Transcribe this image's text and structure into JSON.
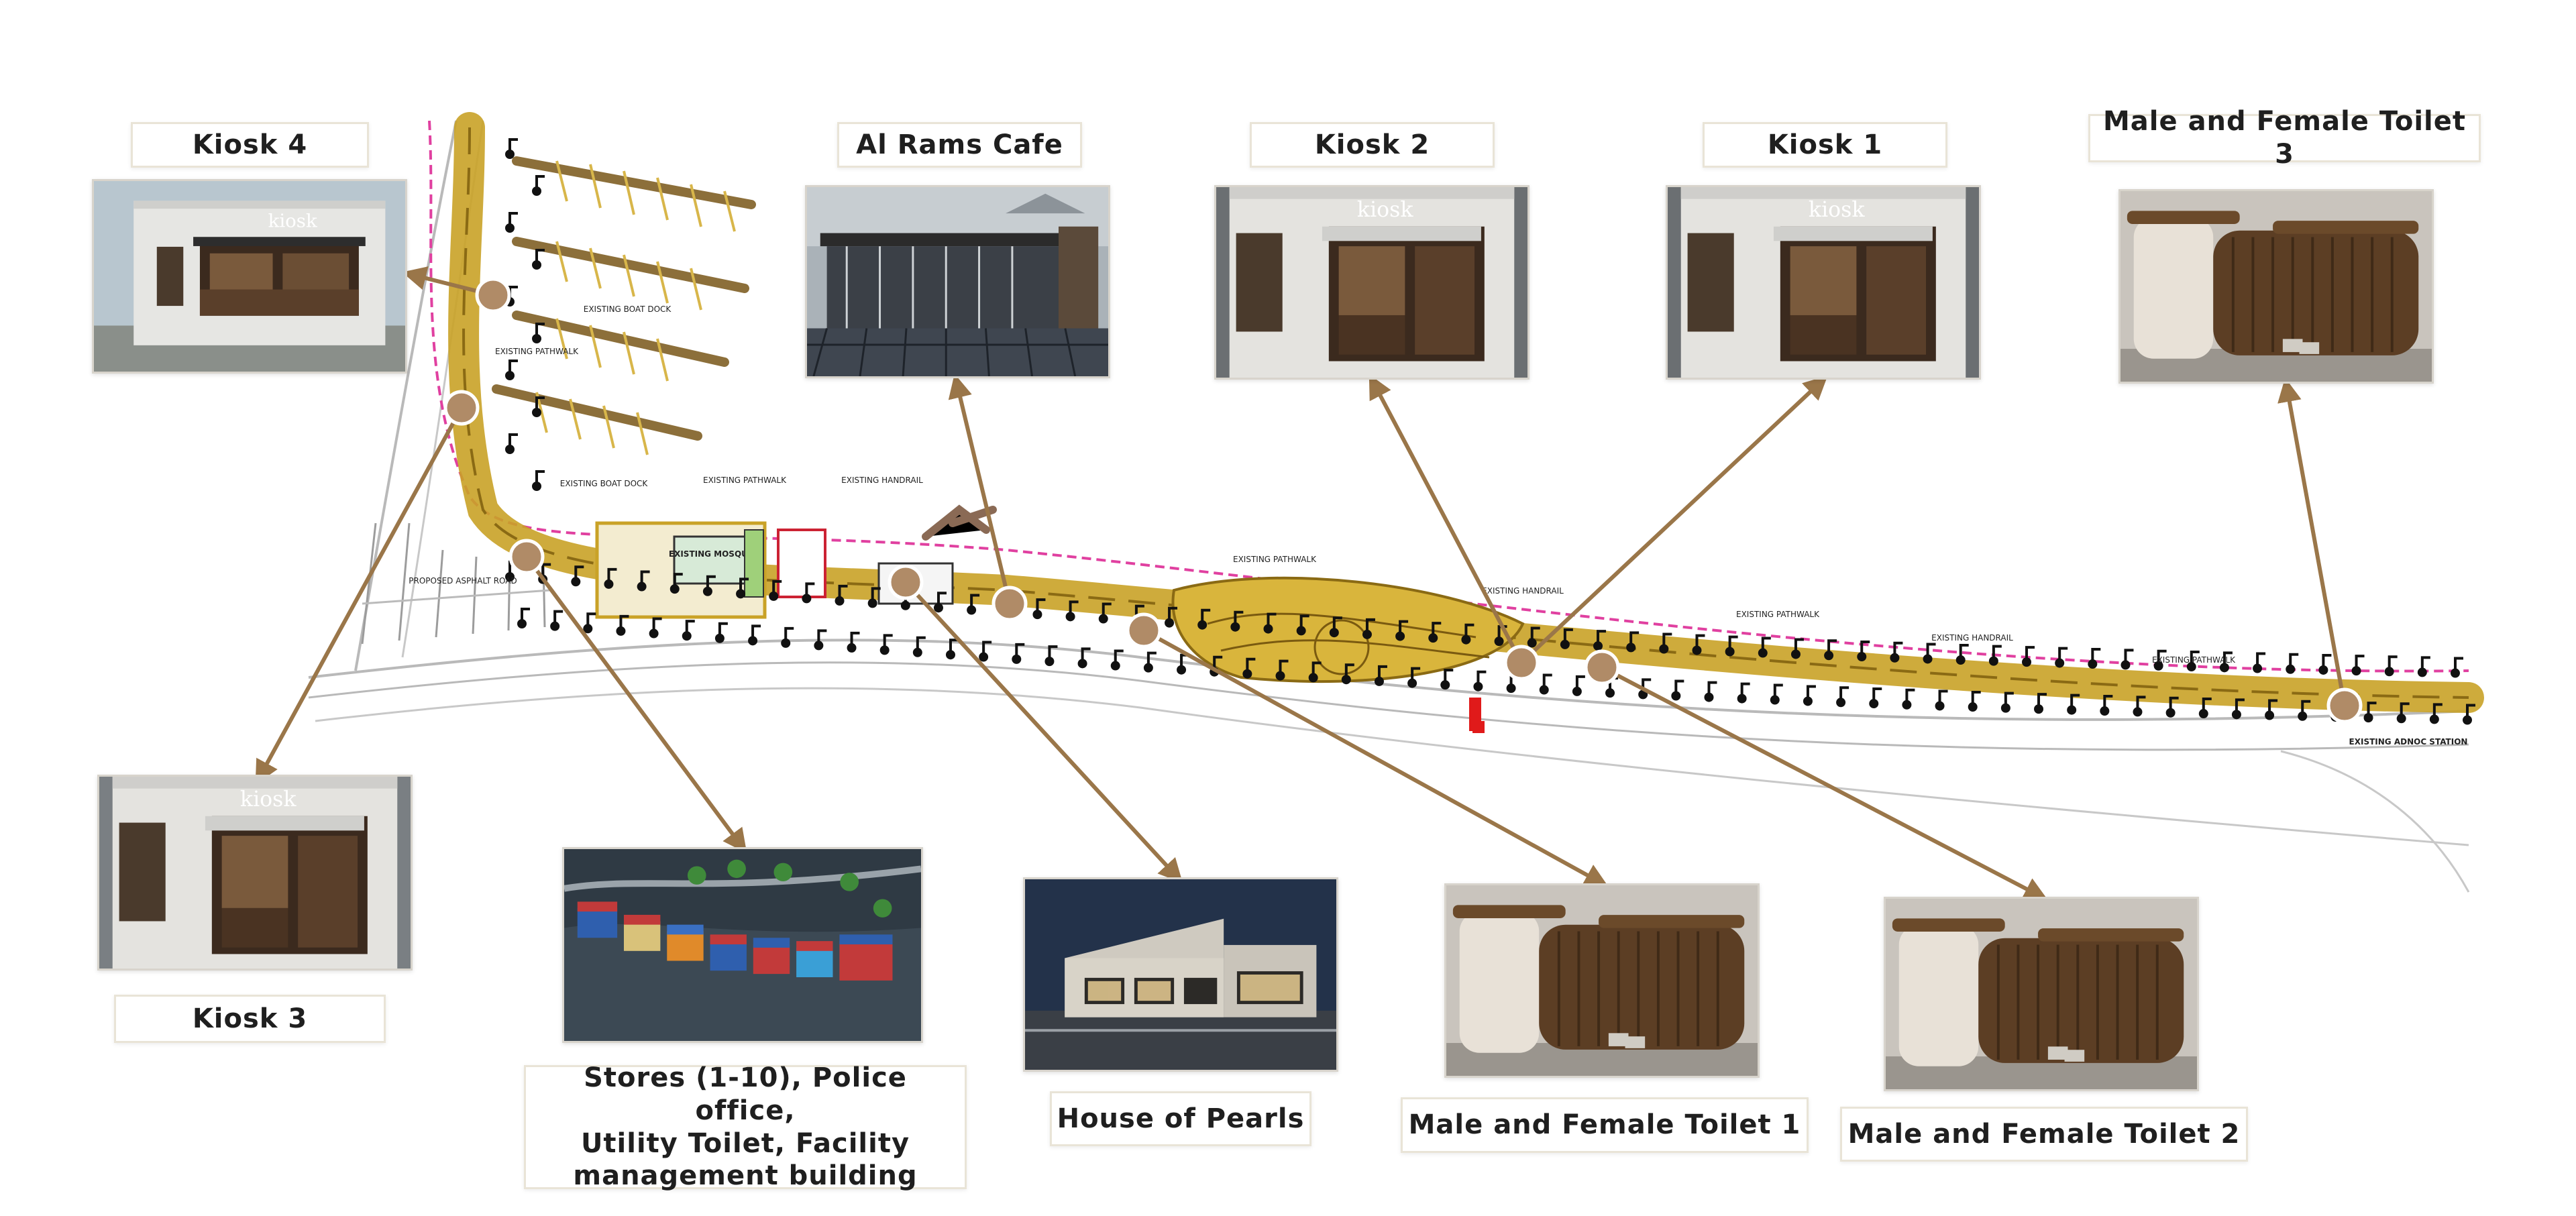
{
  "labels": {
    "kiosk4": "Kiosk 4",
    "al_rams_cafe": "Al Rams Cafe",
    "kiosk2": "Kiosk 2",
    "kiosk1": "Kiosk 1",
    "toilet3": "Male and Female Toilet 3",
    "kiosk3": "Kiosk 3",
    "stores": "Stores (1-10), Police office,\nUtility Toilet, Facility\nmanagement building",
    "house_of_pearls": "House of Pearls",
    "toilet1": "Male and Female Toilet 1",
    "toilet2": "Male and Female Toilet 2"
  },
  "signage": {
    "kiosk": "kiosk"
  },
  "plan_text": {
    "existing_boat_dock": "EXISTING BOAT DOCK",
    "existing_pathwalk": "EXISTING PATHWALK",
    "existing_handrail": "EXISTING HANDRAIL",
    "existing_mosque": "EXISTING MOSQUE",
    "proposed_asphalt_road": "PROPOSED ASPHALT ROAD",
    "existing_adnoc_station": "EXISTING ADNOC STATION"
  },
  "colors": {
    "arrow": "#9a7649",
    "marker_fill": "#b08b67",
    "marker_stroke": "#ffffff",
    "label_border": "#e9e4d7",
    "pathway_gold": "#c9a227",
    "pathway_dark": "#8a6a14",
    "boundary_pink": "#e040a0"
  }
}
